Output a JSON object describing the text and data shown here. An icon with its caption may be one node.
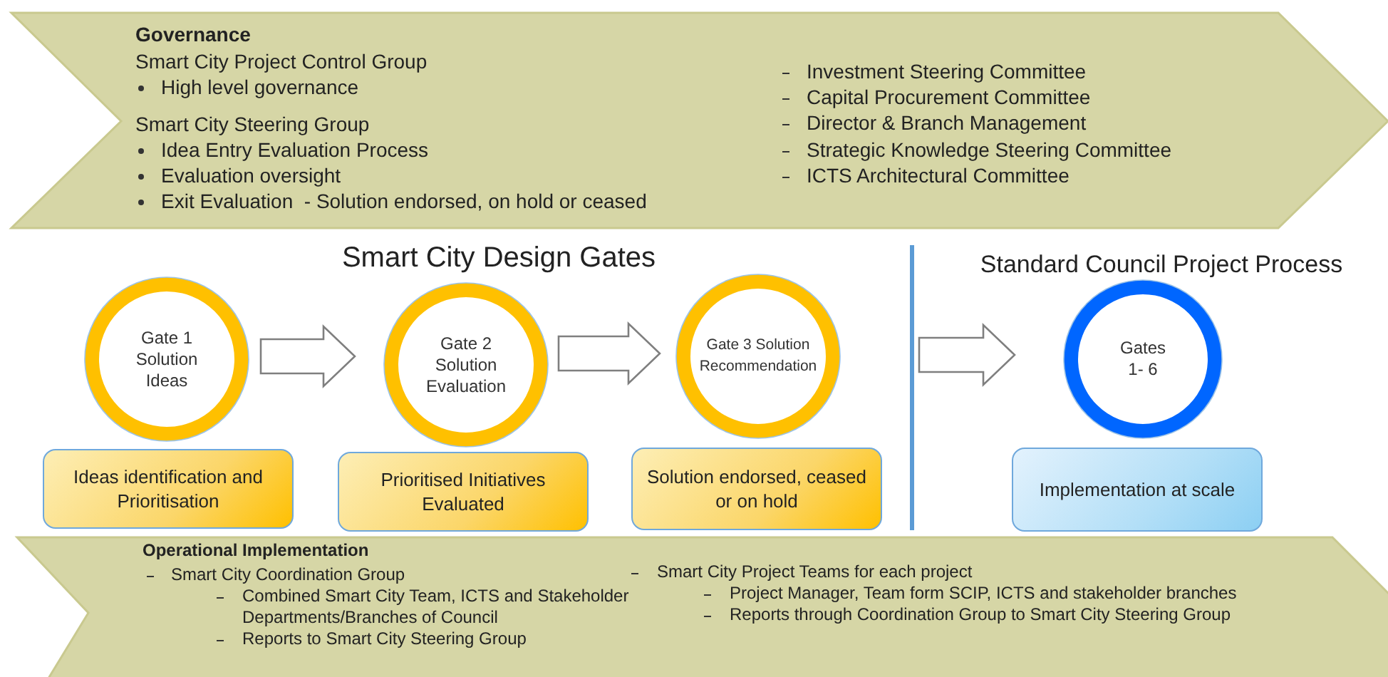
{
  "diagram": {
    "nodes": [
      {
        "text": [
          "Governance",
          "Smart City Project Control Group",
          "High level governance",
          "Smart City Steering Group",
          "Idea Entry Evaluation Process",
          "Evaluation oversight",
          "Exit Evaluation  - Solution endorsed, on hold or ceased",
          "Investment Steering Committee",
          "Capital Procurement Committee",
          "Director & Branch Management",
          "Strategic Knowledge Steering Committee",
          "ICTS Architectural Committee"
        ]
      },
      {
        "text": [
          "Gate 1 Solution Ideas"
        ]
      },
      {
        "text": [
          "Gate 2 Solution Evaluation"
        ]
      },
      {
        "text": [
          "Gate 3 Solution Recommendation"
        ]
      },
      {
        "text": [
          "Gates 1- 6"
        ]
      },
      {
        "text": [
          "Ideas identification and Prioritisation"
        ]
      },
      {
        "text": [
          "Prioritised Initiatives Evaluated"
        ]
      },
      {
        "text": [
          "Solution endorsed, ceased or on hold"
        ]
      },
      {
        "text": [
          "Implementation at scale"
        ]
      },
      {
        "text": [
          "Operational Implementation",
          "Smart City Coordination Group",
          "Combined Smart City Team, ICTS and Stakeholder Departments/Branches of Council",
          "Reports to Smart City Steering Group",
          "Smart City Project Teams for each project",
          "Project Manager, Team form SCIP, ICTS and stakeholder branches",
          "Reports through Coordination Group to Smart City Steering Group"
        ]
      }
    ],
    "edges": [
      {
        "from": 1,
        "to": 2,
        "arrow": "to"
      },
      {
        "from": 2,
        "to": 3,
        "arrow": "to"
      },
      {
        "from": 3,
        "to": 4,
        "arrow": "to"
      }
    ],
    "labels": [
      "Smart City Design Gates",
      "Standard Council Project Process"
    ]
  }
}
